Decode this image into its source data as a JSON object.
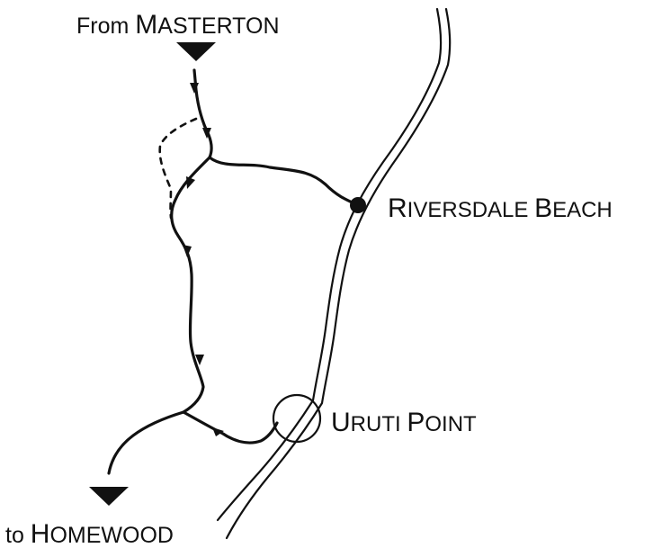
{
  "labels": {
    "from": {
      "prefix": "From ",
      "initial": "M",
      "rest": "ASTERTON"
    },
    "riversdale": {
      "w1_initial": "R",
      "w1_rest": "IVERSDALE",
      "w2_initial": "B",
      "w2_rest": "EACH"
    },
    "uruti": {
      "w1_initial": "U",
      "w1_rest": "RUTI",
      "w2_initial": "P",
      "w2_rest": "OINT"
    },
    "to": {
      "prefix": "to ",
      "initial": "H",
      "rest": "OMEWOOD"
    }
  },
  "colors": {
    "ink": "#111111",
    "background": "#ffffff"
  }
}
